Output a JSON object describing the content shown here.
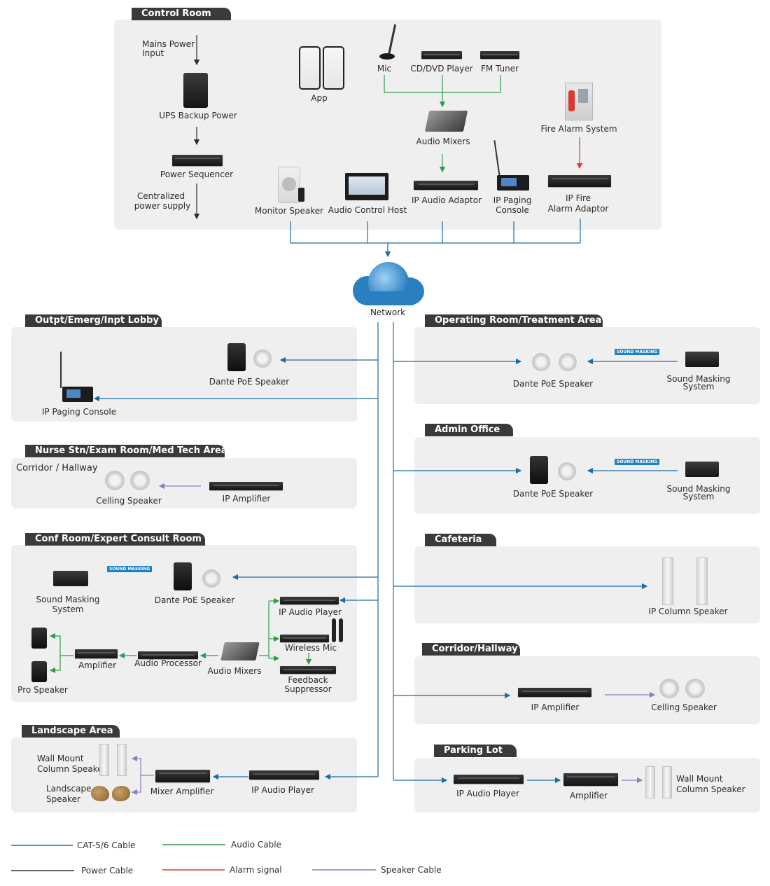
{
  "sections": {
    "control_room": "Control Room",
    "lobby": "Outpt/Emerg/Inpt Lobby",
    "nurse": "Nurse Stn/Exam Room/Med Tech Area",
    "conf": "Conf Room/Expert Consult Room",
    "landscape": "Landscape Area",
    "operating": "Operating Room/Treatment Area",
    "admin": "Admin Office",
    "cafeteria": "Cafeteria",
    "corridor": "Corridor/Hallway",
    "parking": "Parking Lot"
  },
  "control": {
    "mains_power_1": "Mains Power",
    "mains_power_2": "Input",
    "ups": "UPS Backup Power",
    "sequencer": "Power Sequencer",
    "centralized_1": "Centralized",
    "centralized_2": "power supply",
    "app": "App",
    "mic": "Mic",
    "cd": "CD/DVD Player",
    "fm": "FM Tuner",
    "mixers": "Audio Mixers",
    "fire_alarm": "Fire Alarm System",
    "monitor": "Monitor Speaker",
    "host": "Audio Control Host",
    "adaptor": "IP Audio Adaptor",
    "paging_1": "IP Paging",
    "paging_2": "Console",
    "fire_adaptor_1": "IP Fire",
    "fire_adaptor_2": "Alarm Adaptor"
  },
  "network": "Network",
  "lobby": {
    "dante": "Dante PoE Speaker",
    "paging": "IP Paging Console"
  },
  "nurse": {
    "corridor": "Corridor / Hallway",
    "ceiling": "Celling Speaker",
    "amp": "IP Amplifier"
  },
  "conf": {
    "masking_1": "Sound Masking",
    "masking_2": "System",
    "badge": "SOUND MASKING",
    "dante": "Dante PoE Speaker",
    "player": "IP Audio Player",
    "wireless": "Wireless Mic",
    "feedback_1": "Feedback",
    "feedback_2": "Suppressor",
    "mixers": "Audio Mixers",
    "processor": "Audio Processor",
    "amplifier": "Amplifier",
    "pro": "Pro Speaker"
  },
  "landscape": {
    "wall_1": "Wall Mount",
    "wall_2": "Column Speaker",
    "land_1": "Landscape",
    "land_2": "Speaker",
    "mixer_amp": "Mixer Amplifier",
    "player": "IP Audio Player"
  },
  "operating": {
    "dante": "Dante PoE Speaker",
    "badge": "SOUND MASKING",
    "masking_1": "Sound Masking",
    "masking_2": "System"
  },
  "admin": {
    "dante": "Dante PoE Speaker",
    "badge": "SOUND MASKING",
    "masking_1": "Sound Masking",
    "masking_2": "System"
  },
  "cafeteria": {
    "column": "IP Column Speaker"
  },
  "corridor": {
    "amp": "IP Amplifier",
    "ceiling": "Celling Speaker"
  },
  "parking": {
    "player": "IP Audio Player",
    "amplifier": "Amplifier",
    "wall_1": "Wall Mount",
    "wall_2": "Column Speaker"
  },
  "legend": {
    "cat": "CAT-5/6 Cable",
    "audio": "Audio Cable",
    "power": "Power Cable",
    "alarm": "Alarm signal",
    "speaker": "Speaker Cable"
  },
  "colors": {
    "cat": "#1f6aa5",
    "audio": "#2e9c4f",
    "power": "#2b2b3b",
    "alarm": "#e0393e",
    "speaker": "#8a7fbf"
  }
}
